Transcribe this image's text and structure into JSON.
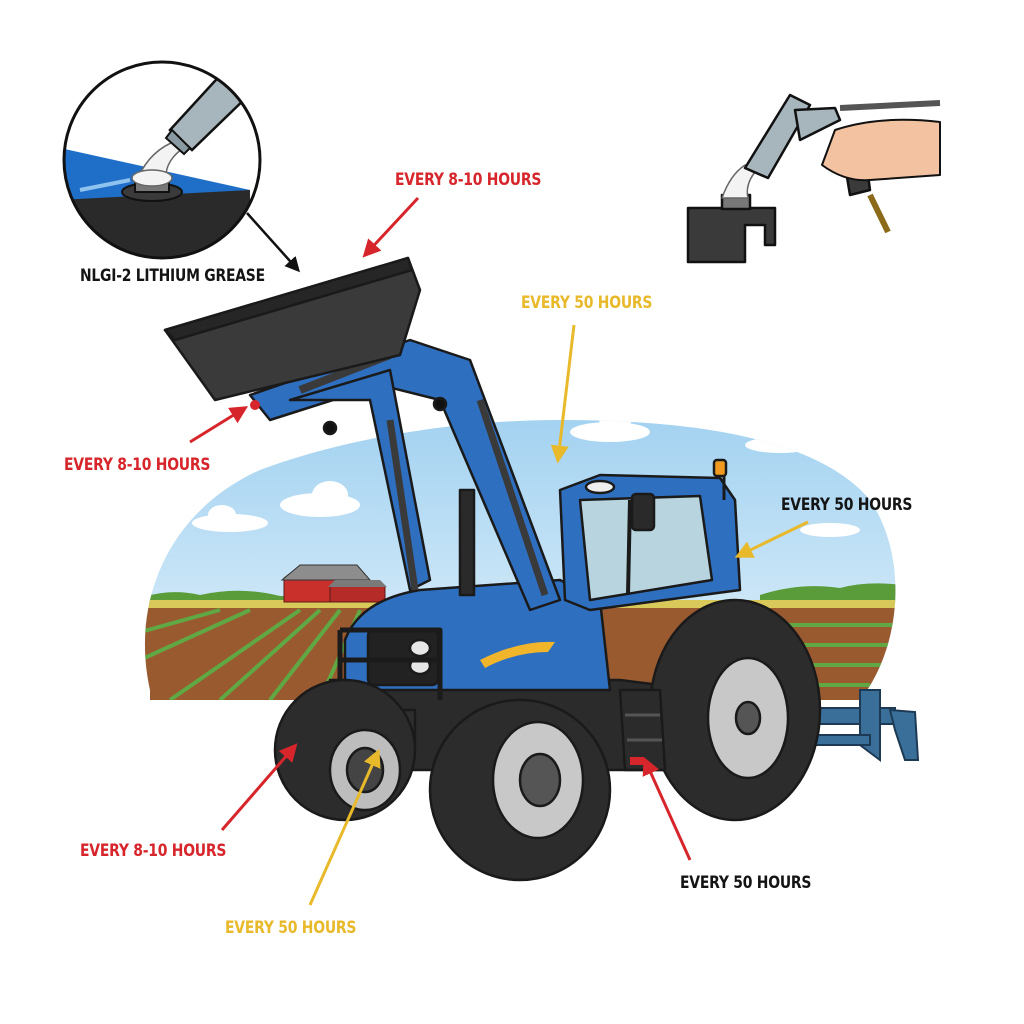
{
  "diagram": {
    "subject": "Front loader tractor lubrication points",
    "colors": {
      "red_interval": "#d7262b",
      "yellow_interval": "#e8b92a",
      "black_interval": "#141414",
      "tractor_blue": "#2f6fc0",
      "sky": "#bfe0f5",
      "soil": "#9a5a30",
      "crop": "#5fa843",
      "barn": "#c9302c"
    },
    "inset": {
      "label": "NLGI-2 LITHIUM GREASE",
      "icon": "grease-fitting-magnified"
    },
    "tool_illustration": {
      "icon": "grease-gun-in-hand"
    },
    "callouts": [
      {
        "id": "bucket-pivot-top",
        "text": "EVERY 8-10 HOURS",
        "color": "red"
      },
      {
        "id": "loader-arm-mast",
        "text": "EVERY 50 HOURS",
        "color": "yellow"
      },
      {
        "id": "bucket-pivot-left",
        "text": "EVERY 8-10 HOURS",
        "color": "red"
      },
      {
        "id": "cab-rear",
        "text": "EVERY 50 HOURS",
        "color": "black"
      },
      {
        "id": "front-wheel-pivot",
        "text": "EVERY 8-10 HOURS",
        "color": "red"
      },
      {
        "id": "front-axle-center",
        "text": "EVERY 50 HOURS",
        "color": "yellow"
      },
      {
        "id": "step-linkage",
        "text": "EVERY 50 HOURS",
        "color": "black"
      }
    ]
  }
}
